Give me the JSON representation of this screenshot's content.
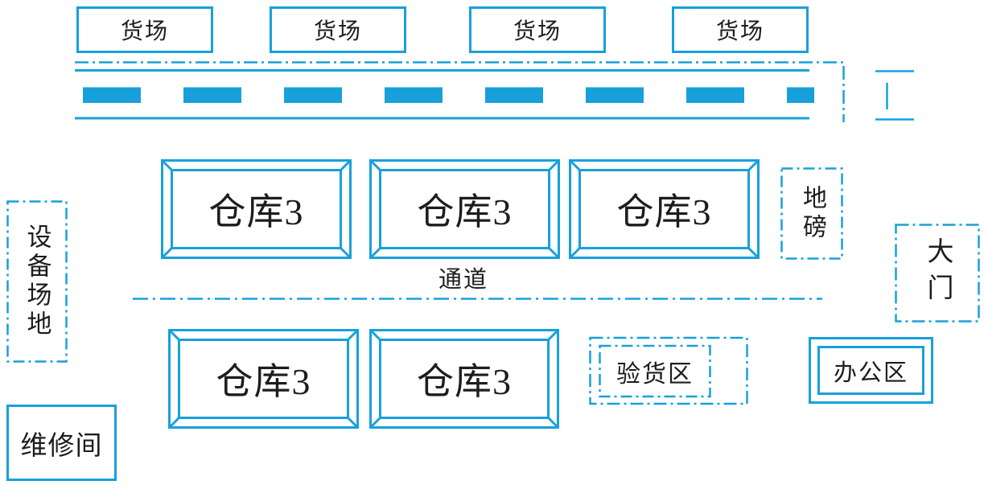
{
  "diagram": {
    "freight_yards": [
      "货场",
      "货场",
      "货场",
      "货场"
    ],
    "warehouses": [
      "仓库3",
      "仓库3",
      "仓库3",
      "仓库3",
      "仓库3"
    ],
    "labels": {
      "aisle": "通道",
      "weighbridge": "地磅",
      "gate": "大门",
      "equipment_area": "设备场地",
      "repair_room": "维修间",
      "inspection_area": "验货区",
      "office_area": "办公区"
    },
    "colors": {
      "line": "#18A0DB",
      "text": "#1D1D1B"
    }
  }
}
